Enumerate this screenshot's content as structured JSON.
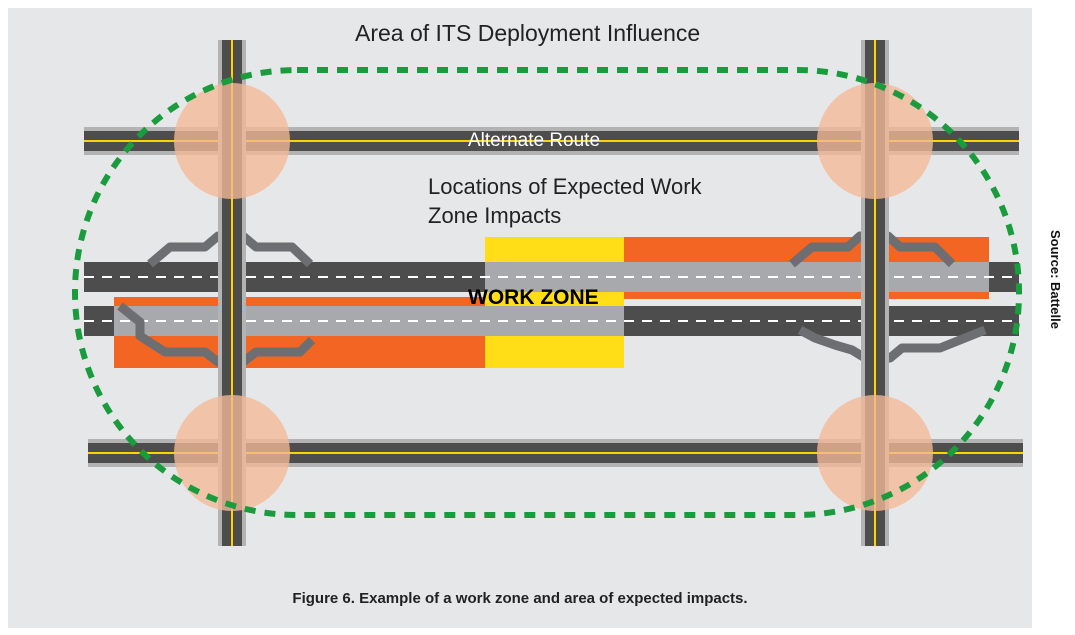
{
  "diagram": {
    "area_label": "Area of ITS Deployment Influence",
    "alternate_route_label": "Alternate Route",
    "impacts_label": "Locations of Expected Work Zone Impacts",
    "work_zone_label": "WORK ZONE",
    "source": "Source: Battelle",
    "caption": "Figure 6.  Example of a work zone and area of expected impacts."
  },
  "colors": {
    "background": "#e6e7e8",
    "road_edge": "#b3b3b3",
    "road_surface": "#4d4d4d",
    "center_line": "#ffd200",
    "lane_marking": "#ffffff",
    "impact_circle": "#f4b896",
    "work_zone_orange": "#f26522",
    "work_zone_yellow": "#ffde17",
    "work_zone_lane": "#a7a9ac",
    "influence_boundary": "#1a9c3e"
  }
}
